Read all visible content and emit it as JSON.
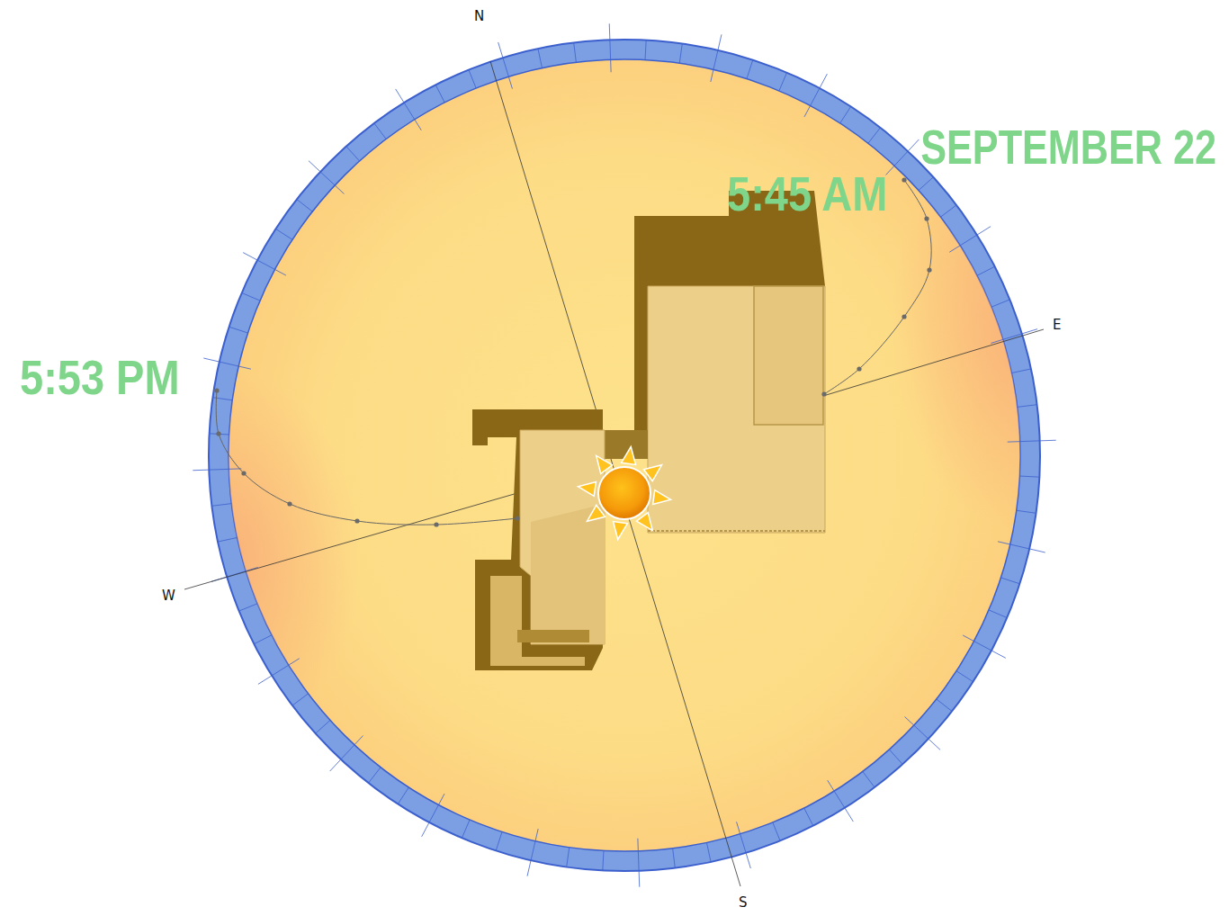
{
  "diagram": {
    "labels": [
      "N",
      "SEPTEMBER 22",
      "5:45 AM",
      "E",
      "5:53 PM",
      "W",
      "S"
    ]
  }
}
